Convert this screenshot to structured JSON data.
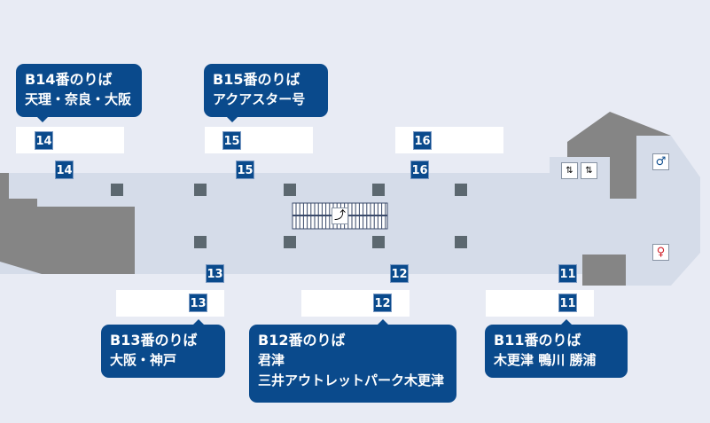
{
  "platforms": [
    {
      "id": "B14",
      "title": "B14番のりば",
      "dest": [
        "天理・奈良・大阪"
      ],
      "num": "14"
    },
    {
      "id": "B15",
      "title": "B15番のりば",
      "dest": [
        "アクアスター号"
      ],
      "num": "15"
    },
    {
      "id": "B16",
      "num": "16"
    },
    {
      "id": "B13",
      "title": "B13番のりば",
      "dest": [
        "大阪・神戸"
      ],
      "num": "13"
    },
    {
      "id": "B12",
      "title": "B12番のりば",
      "dest": [
        "君津",
        "三井アウトレットパーク木更津"
      ],
      "num": "12"
    },
    {
      "id": "B11",
      "title": "B11番のりば",
      "dest": [
        "木更津 鴨川 勝浦"
      ],
      "num": "11"
    }
  ],
  "colors": {
    "sign": "#0a4a8c",
    "floor": "#d5dce9",
    "building": "#858585",
    "male": "#0a4a8c",
    "female": "#d0202a"
  },
  "icons": [
    "escalator-icon",
    "elevator-icon",
    "male-restroom-icon",
    "female-restroom-icon"
  ]
}
